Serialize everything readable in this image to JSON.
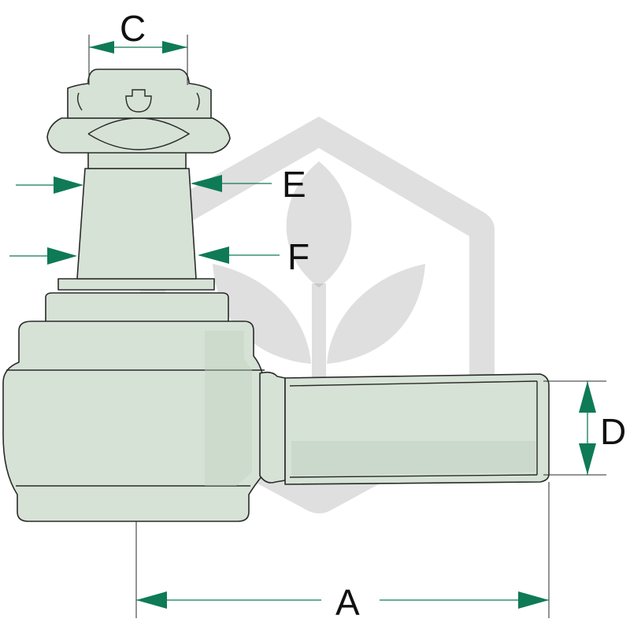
{
  "labels": {
    "a": "A",
    "c": "C",
    "d": "D",
    "e": "E",
    "f": "F"
  },
  "colors": {
    "part_fill": "#d6e2d6",
    "outline": "#2a2a2a",
    "dimension_arrow": "#0f7a56",
    "watermark": "#8c8c8c"
  }
}
